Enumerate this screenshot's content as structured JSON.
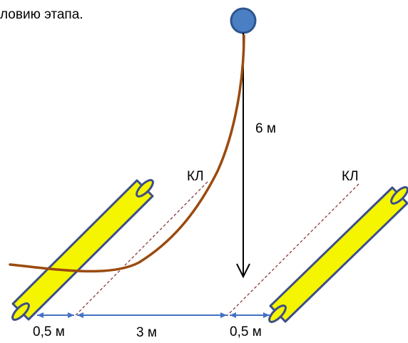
{
  "header": {
    "caption_fragment": "ловию этапа."
  },
  "labels": {
    "height": "6 м",
    "control_line_left": "КЛ",
    "control_line_right": "КЛ",
    "dist_left": "0,5 м",
    "dist_middle": "3 м",
    "dist_right": "0,5 м"
  },
  "colors": {
    "pole": "#f5f500",
    "pole_outline": "#3d4f8a",
    "rope": "#9b4a0f",
    "anchor": "#4a7fc4",
    "anchor_outline": "#2e558e",
    "control_line": "#8b3a3a",
    "dimension": "#4472c4",
    "arrow": "#000000"
  },
  "icons": {
    "anchor_point": "circle-anchor-icon",
    "down_arrow": "arrow-down-icon"
  }
}
